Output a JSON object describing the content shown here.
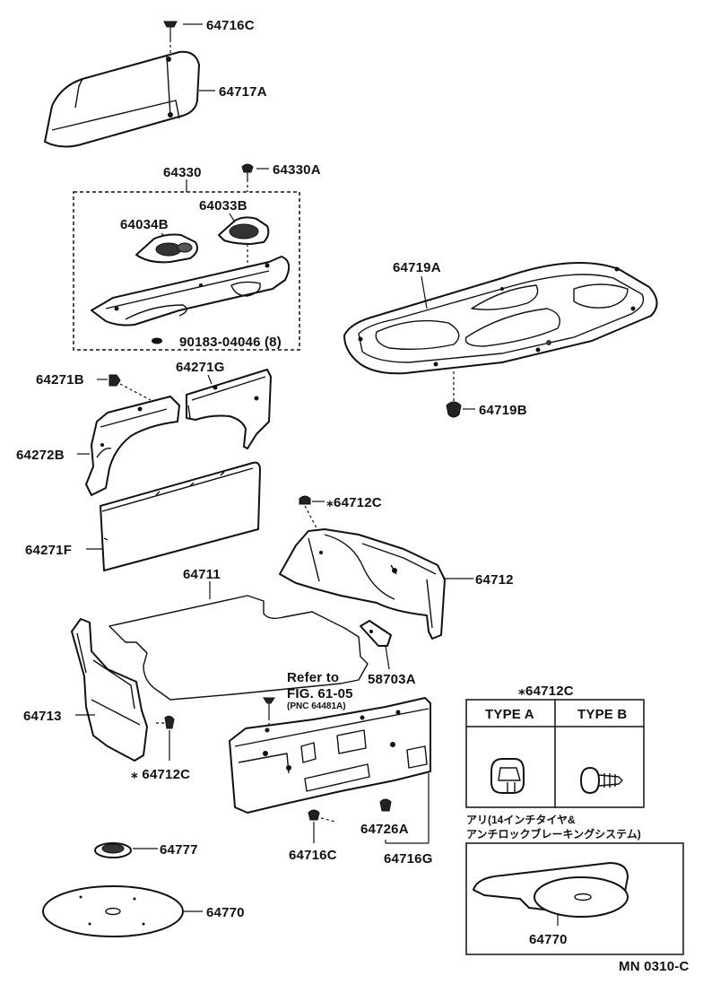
{
  "labels": {
    "p64716c_top": "64716C",
    "p64717a": "64717A",
    "p64330": "64330",
    "p64330a": "64330A",
    "p64033b": "64033B",
    "p64034b": "64034B",
    "p90183": "90183-04046 (8)",
    "p64719a": "64719A",
    "p64719b": "64719B",
    "p64271b": "64271B",
    "p64271g": "64271G",
    "p64272b": "64272B",
    "p64271f": "64271F",
    "p64712c_right": "⁎64712C",
    "p64712": "64712",
    "p64711": "64711",
    "p58703a": "58703A",
    "p64713": "64713",
    "p64712c_left": "⁎ 64712C",
    "p64716c_bottom": "64716C",
    "p64726a": "64726A",
    "p64716g": "64716G",
    "p64777": "64777",
    "p64770": "64770",
    "p64770_inset": "64770"
  },
  "refer": {
    "line1": "Refer to",
    "line2": "FIG. 61-05",
    "line3": "(PNC 64481A)"
  },
  "type_table": {
    "title": "⁎64712C",
    "col_a": "TYPE A",
    "col_b": "TYPE B"
  },
  "inset_note": {
    "line1": "アリ(14インチタイヤ&",
    "line2": "アンチロックブレーキングシステム)"
  },
  "diagram_code": "MN 0310-C"
}
